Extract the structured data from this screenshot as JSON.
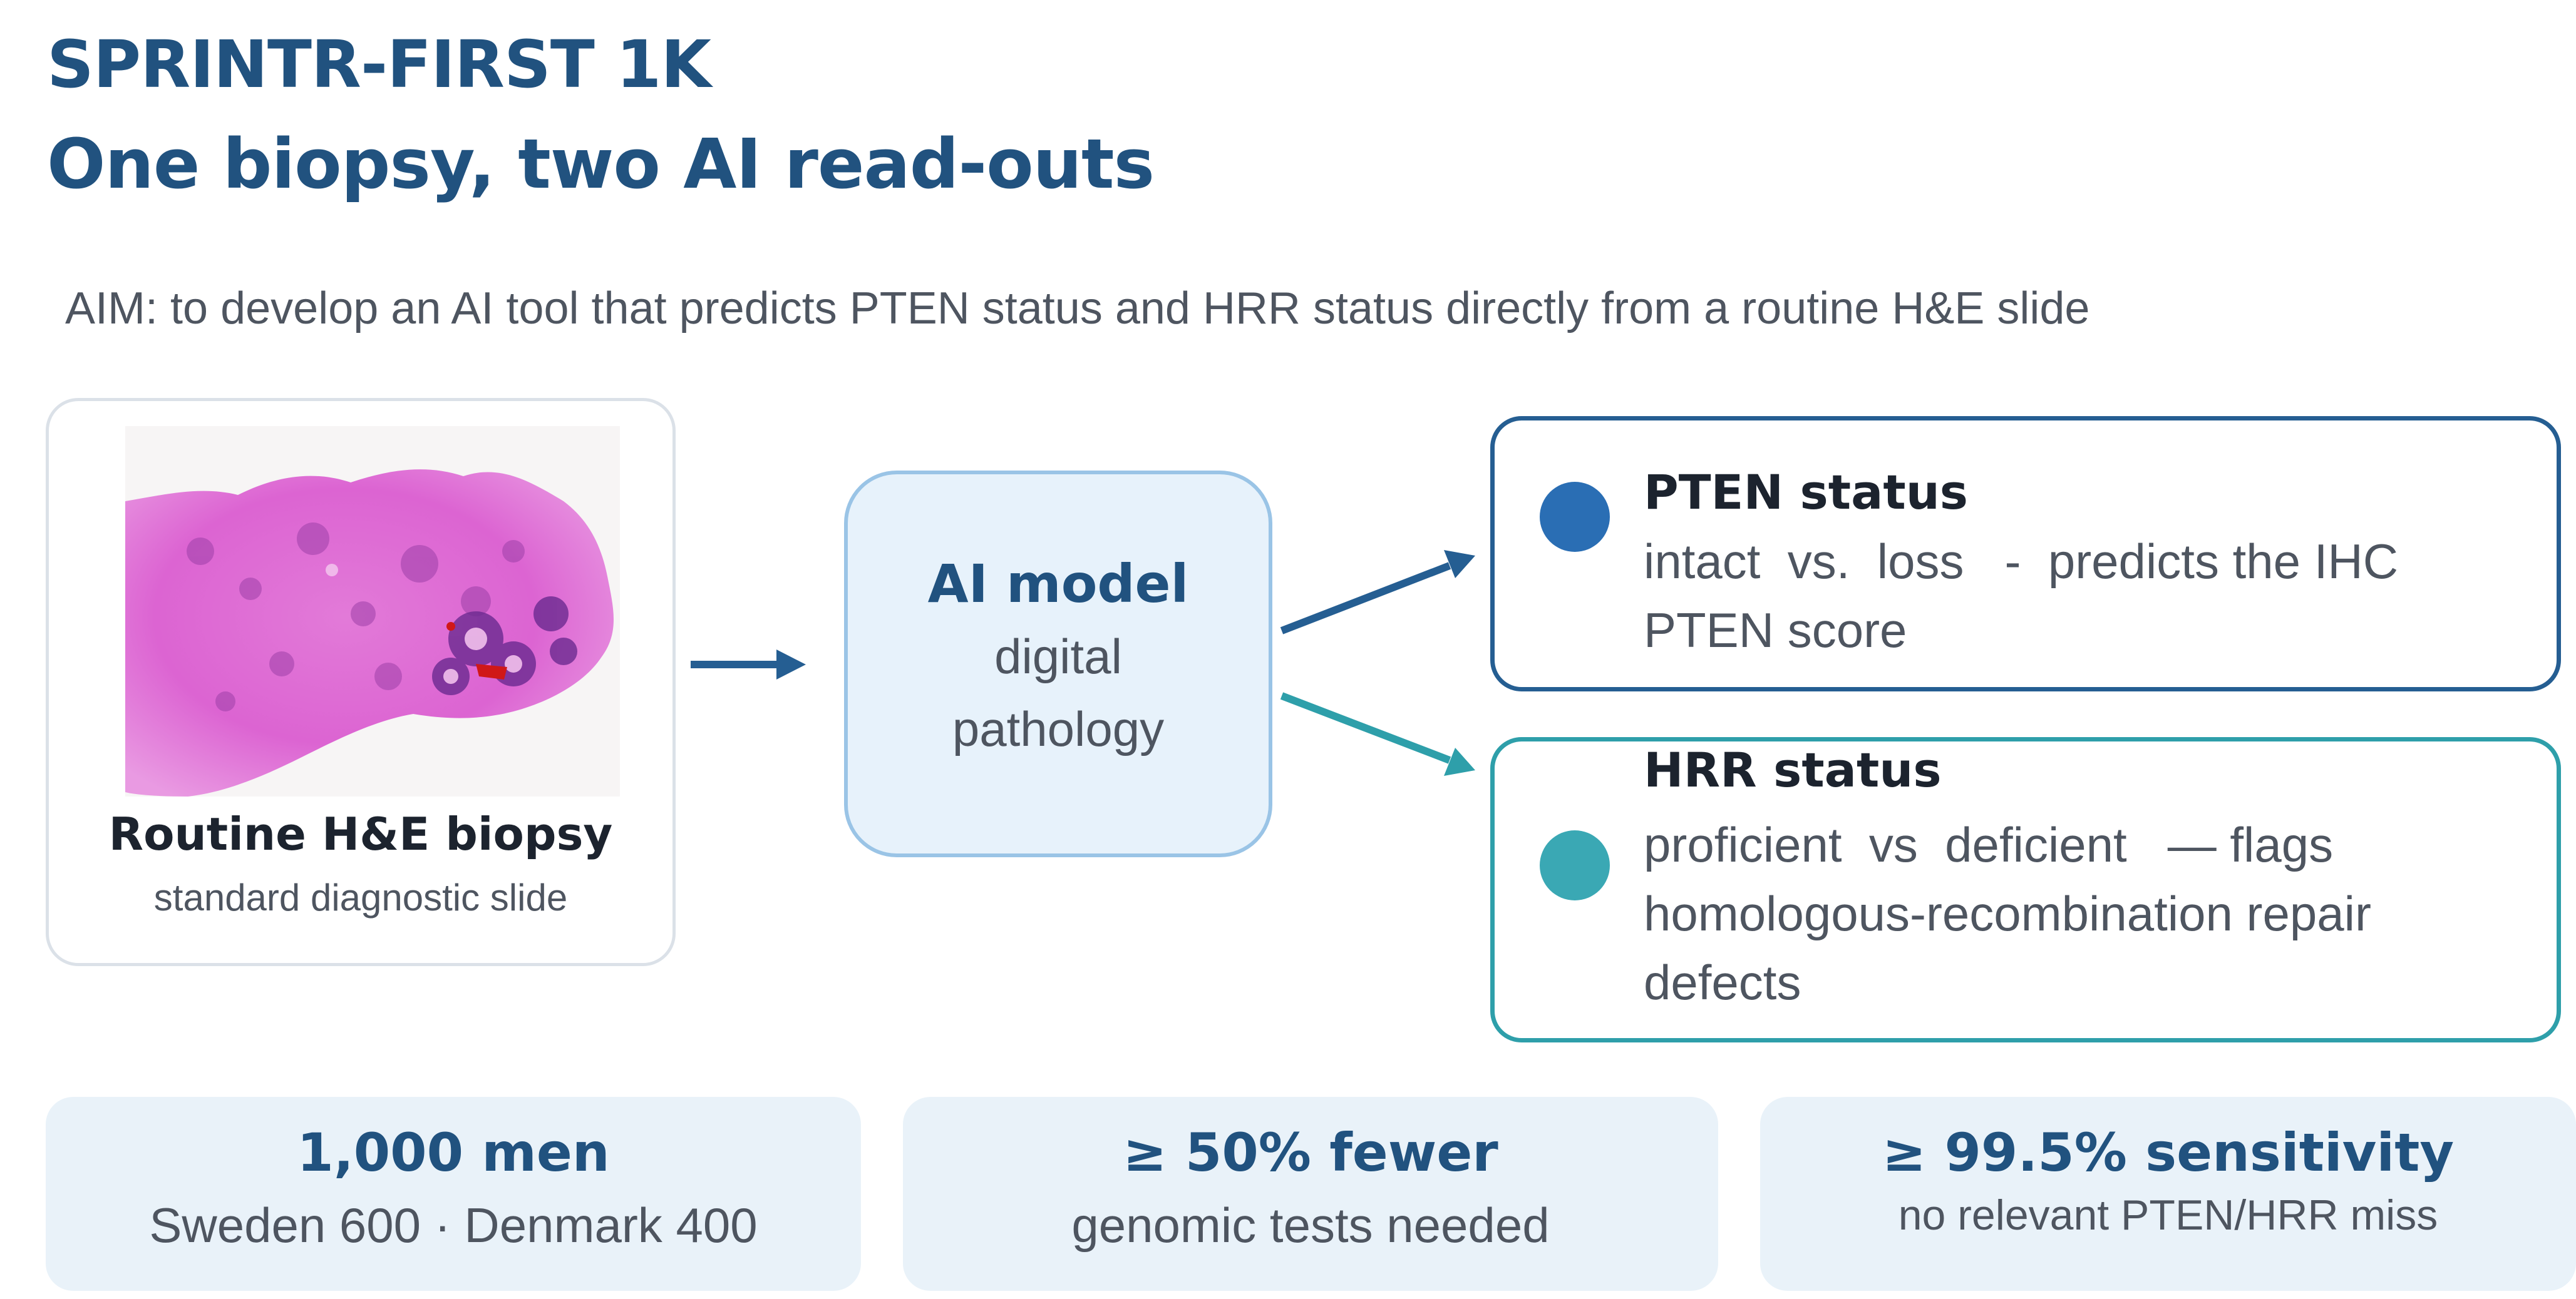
{
  "header": {
    "title_line1": "SPRINTR-FIRST 1K",
    "title_line2": "One biopsy, two AI read-outs",
    "aim": "AIM: to develop an AI tool that predicts PTEN status and HRR status directly from a routine H&E slide"
  },
  "input": {
    "label": "Routine H&E biopsy",
    "sublabel": "standard diagnostic slide",
    "image_icon": "histology-slide-image"
  },
  "model": {
    "title": "AI model",
    "sub_line1": "digital",
    "sub_line2": "pathology"
  },
  "outputs": [
    {
      "title": "PTEN status",
      "text": "intact  vs.  loss   -  predicts the IHC PTEN score",
      "color": "#2a6eb4"
    },
    {
      "title": "HRR status",
      "text": "proficient  vs  deficient   — flags homologous-recombination repair defects",
      "color": "#3aa8b4"
    }
  ],
  "stats": [
    {
      "title": "1,000 men",
      "sub": "Sweden 600 · Denmark 400"
    },
    {
      "title": "≥ 50% fewer",
      "sub": "genomic tests needed"
    },
    {
      "title": "≥ 99.5% sensitivity",
      "sub": "no relevant PTEN/HRR miss"
    }
  ],
  "colors": {
    "title": "#21527f",
    "text": "#4e5560",
    "arrow_blue": "#255e92",
    "arrow_teal": "#2e9faa",
    "card_bg": "#e9f2f9"
  }
}
